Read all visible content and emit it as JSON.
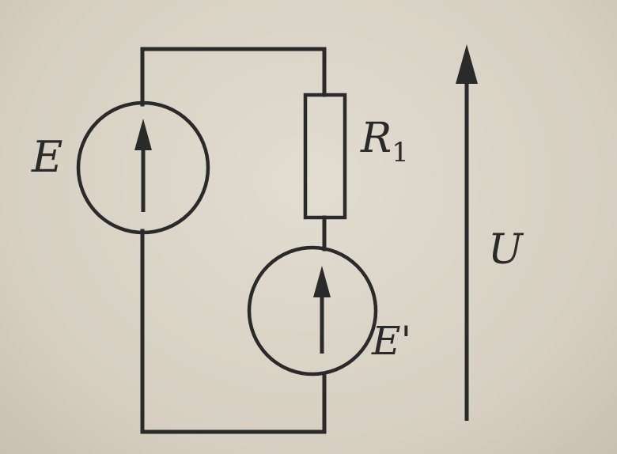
{
  "labels": {
    "source_e": "E",
    "resistor": "R",
    "resistor_sub": "1",
    "source_e_prime": "E'",
    "voltage": "U"
  }
}
